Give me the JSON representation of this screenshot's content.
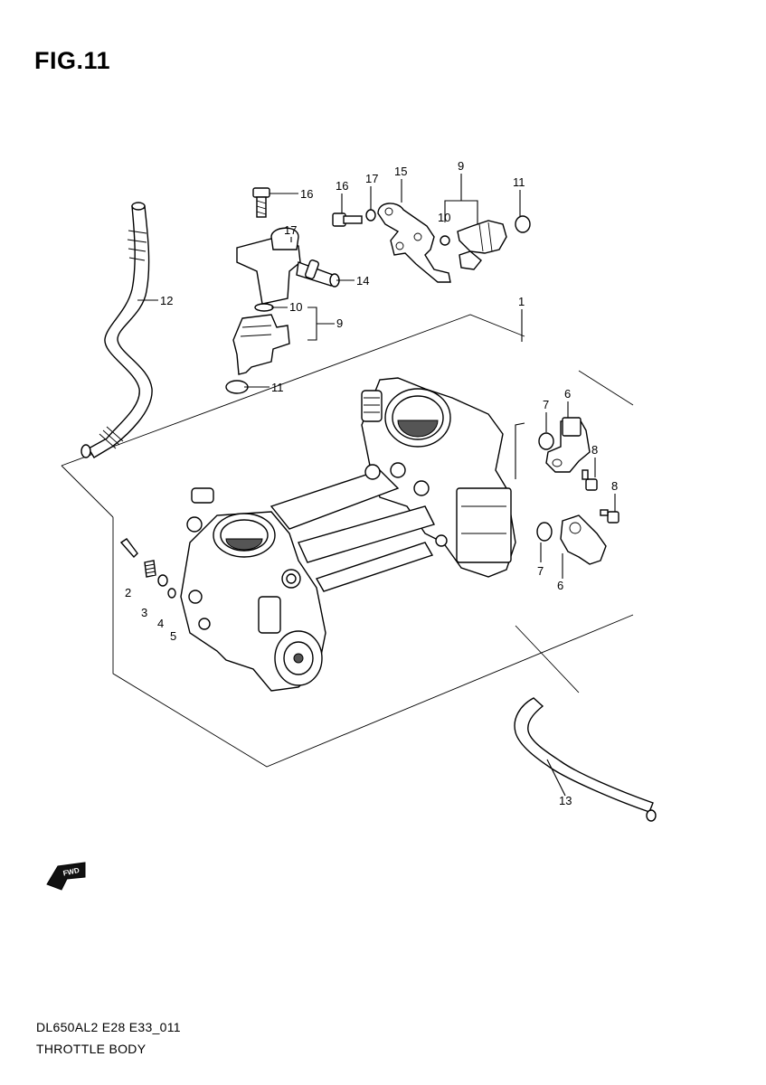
{
  "figure": {
    "title": "FIG.11"
  },
  "callouts": [
    {
      "id": "c1",
      "text": "1"
    },
    {
      "id": "c2",
      "text": "2"
    },
    {
      "id": "c3",
      "text": "3"
    },
    {
      "id": "c4",
      "text": "4"
    },
    {
      "id": "c5",
      "text": "5"
    },
    {
      "id": "c6a",
      "text": "6"
    },
    {
      "id": "c6b",
      "text": "6"
    },
    {
      "id": "c7a",
      "text": "7"
    },
    {
      "id": "c7b",
      "text": "7"
    },
    {
      "id": "c8a",
      "text": "8"
    },
    {
      "id": "c8b",
      "text": "8"
    },
    {
      "id": "c9a",
      "text": "9"
    },
    {
      "id": "c9b",
      "text": "9"
    },
    {
      "id": "c10a",
      "text": "10"
    },
    {
      "id": "c10b",
      "text": "10"
    },
    {
      "id": "c11a",
      "text": "11"
    },
    {
      "id": "c11b",
      "text": "11"
    },
    {
      "id": "c12",
      "text": "12"
    },
    {
      "id": "c13",
      "text": "13"
    },
    {
      "id": "c14",
      "text": "14"
    },
    {
      "id": "c15",
      "text": "15"
    },
    {
      "id": "c16a",
      "text": "16"
    },
    {
      "id": "c16b",
      "text": "16"
    },
    {
      "id": "c17a",
      "text": "17"
    },
    {
      "id": "c17b",
      "text": "17"
    }
  ],
  "fwd_label": "FWD",
  "footer": {
    "code": "DL650AL2 E28 E33_011",
    "name": "THROTTLE BODY"
  }
}
